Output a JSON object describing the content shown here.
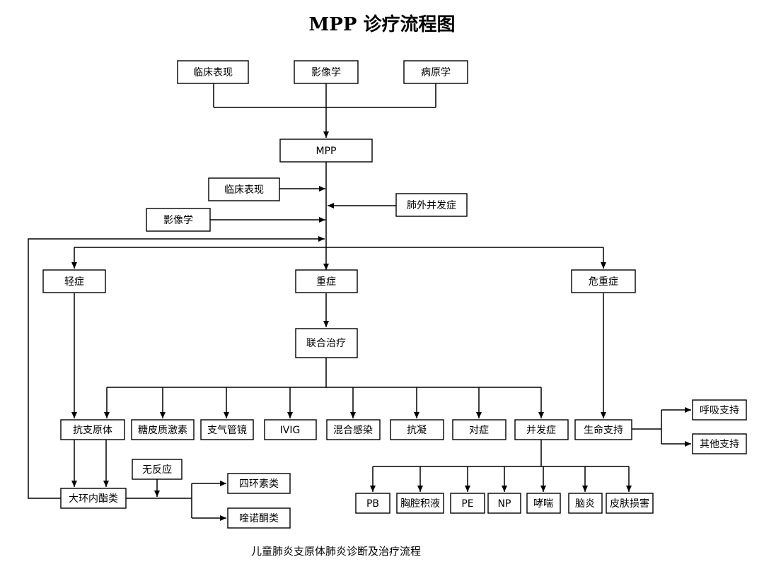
{
  "title": "MPP 诊疗流程图",
  "caption": "儿童肺炎支原体肺炎诊断及治疗流程",
  "nodes": {
    "clinical_top": "临床表现",
    "imaging_top": "影像学",
    "pathogen": "病原学",
    "mpp": "MPP",
    "clinical_mid": "临床表现",
    "extrapulmonary": "肺外并发症",
    "imaging_mid": "影像学",
    "mild": "轻症",
    "severe": "重症",
    "critical": "危重症",
    "combined": "联合治疗",
    "antibody": "抗支原体",
    "steroid": "糖皮质激素",
    "bronchoscopy": "支气管镜",
    "ivig": "IVIG",
    "mixed_infection": "混合感染",
    "anticoag": "抗凝",
    "symptomatic": "对症",
    "complication": "并发症",
    "life_support": "生命支持",
    "resp_support": "呼吸支持",
    "other_support": "其他支持",
    "no_response": "无反应",
    "macrolide": "大环内酯类",
    "tetracycline": "四环素类",
    "quinolone": "喹诺酮类",
    "pb": "PB",
    "pleural": "胸腔积液",
    "pe": "PE",
    "np": "NP",
    "wheeze": "哮喘",
    "encephalitis": "脑炎",
    "skin": "皮肤损害"
  }
}
